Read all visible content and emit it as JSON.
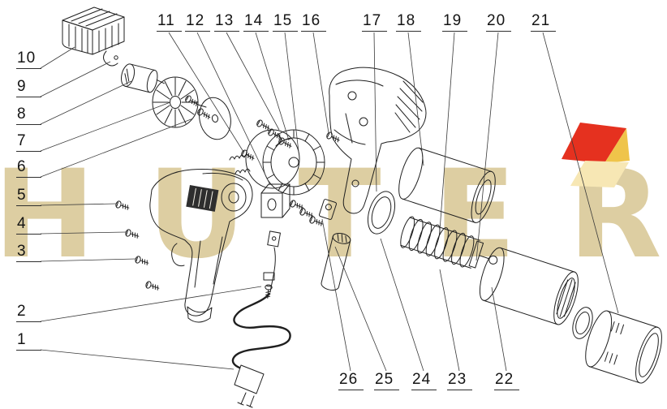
{
  "diagram": {
    "watermark": {
      "text": "HUTER",
      "color": "#d5c28c"
    },
    "logo": {
      "red": "#e5311f",
      "yellow": "#efc44a",
      "cream": "#f7e7b4"
    },
    "callouts": {
      "left": [
        "10",
        "9",
        "8",
        "7",
        "6",
        "5",
        "4",
        "3",
        "2",
        "1"
      ],
      "top": [
        "11",
        "12",
        "13",
        "14",
        "15",
        "16",
        "17",
        "18",
        "19",
        "20",
        "21"
      ],
      "bottom": [
        "26",
        "25",
        "24",
        "23",
        "22"
      ]
    }
  }
}
